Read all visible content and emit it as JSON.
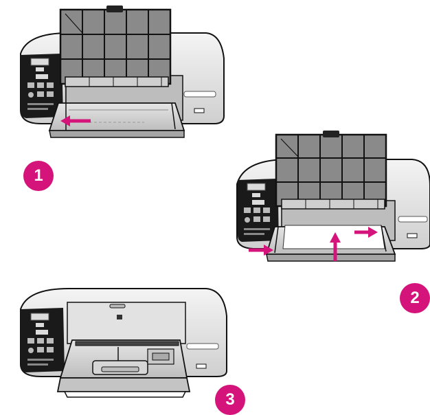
{
  "steps": [
    {
      "number": "1"
    },
    {
      "number": "2"
    },
    {
      "number": "3"
    }
  ],
  "colors": {
    "accent": "#d4147a",
    "outline": "#111111",
    "body_light": "#eeeeee",
    "body_mid": "#cfcfcf",
    "panel": "#1a1a1a",
    "window": "#8a8a8a"
  },
  "icons": [
    "printer-illustration",
    "arrow-left",
    "arrow-right",
    "arrow-up"
  ]
}
